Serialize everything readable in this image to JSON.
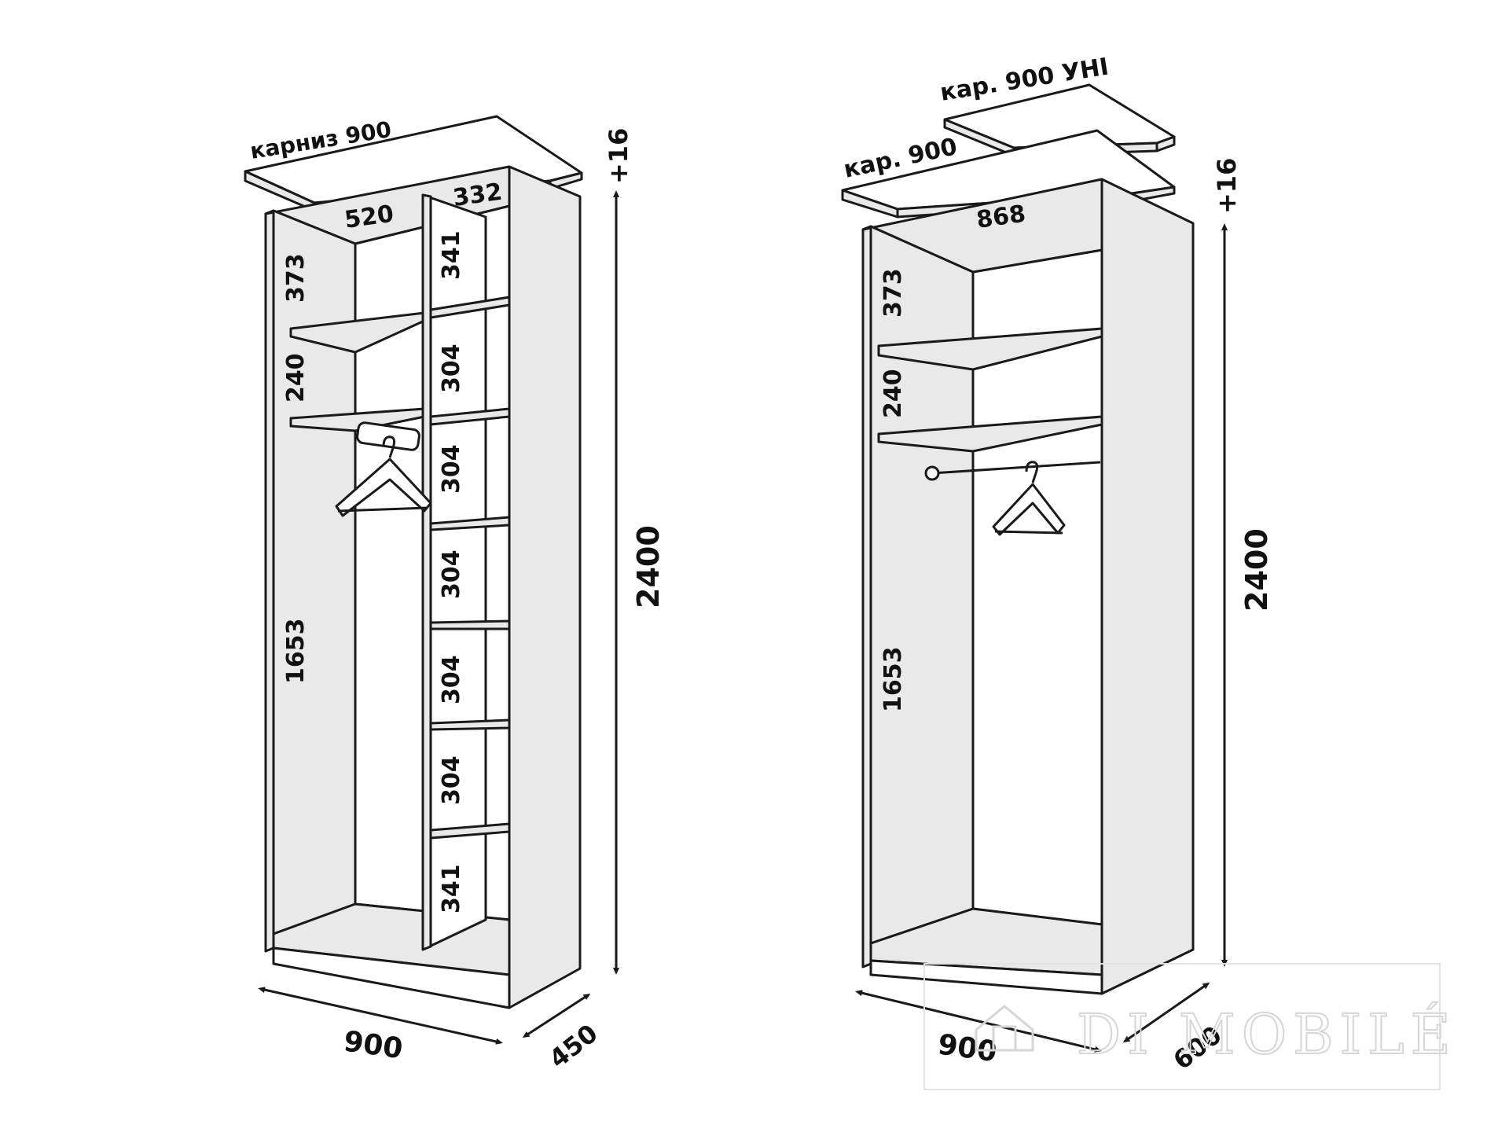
{
  "left_wardrobe": {
    "cornice_label": "карниз 900",
    "top_left_width": "520",
    "top_right_width": "332",
    "left_column_heights": [
      "373",
      "240",
      "1653"
    ],
    "right_column_heights": [
      "341",
      "304",
      "304",
      "304",
      "304",
      "304",
      "341"
    ],
    "total_height": "2400",
    "cornice_extra": "+16",
    "width": "900",
    "depth": "450"
  },
  "right_wardrobe": {
    "cornice_label": "кар. 900",
    "cornice_uni_label": "кар. 900 УНІ",
    "inner_width": "868",
    "column_heights": [
      "373",
      "240",
      "1653"
    ],
    "total_height": "2400",
    "cornice_extra": "+16",
    "width": "900",
    "depth": "600"
  },
  "watermark": {
    "text": "DI MOBILÉ"
  },
  "colors": {
    "line": "#1a1a1a",
    "panel": "#e9e9e9",
    "background": "#ffffff"
  }
}
